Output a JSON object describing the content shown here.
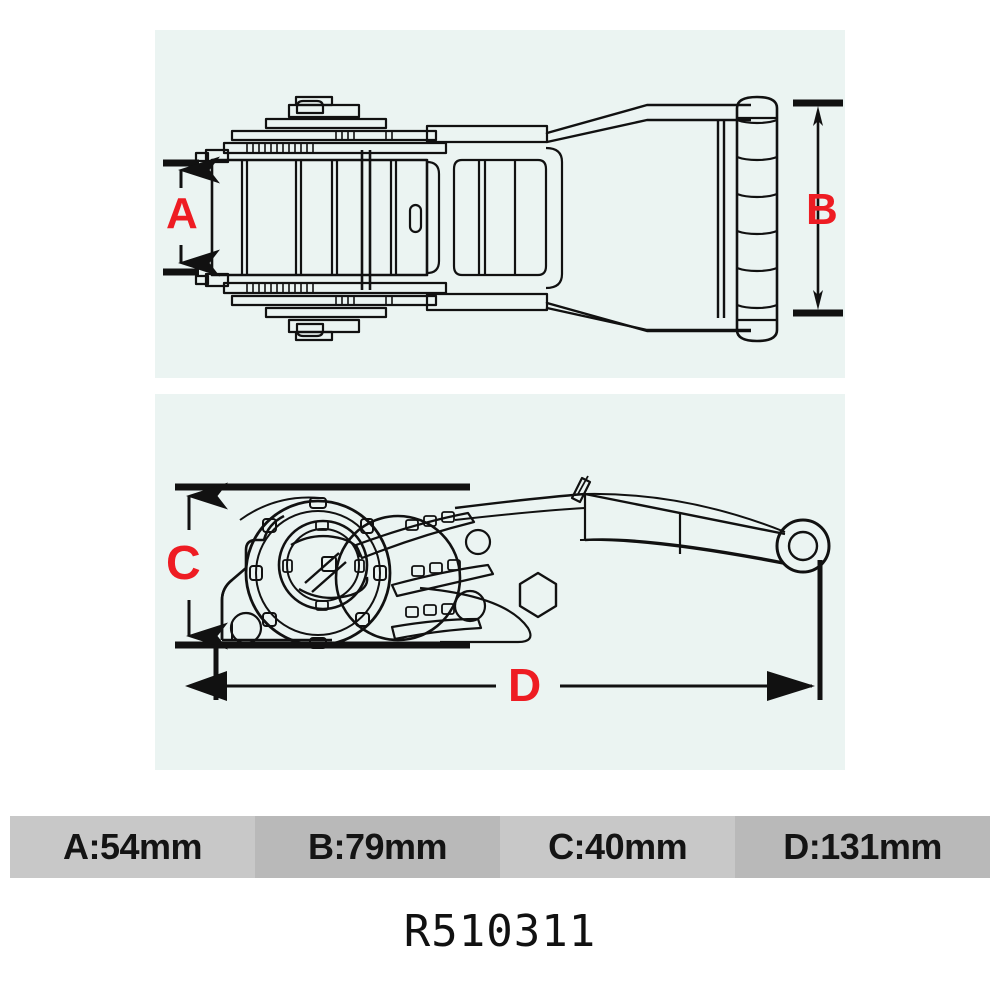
{
  "document": {
    "type": "technical-dimension-drawing",
    "subject": "ratchet tie-down buckle",
    "part_number": "R510311",
    "background_color": "#ffffff",
    "panel_color": "#ebf4f2",
    "line_color": "#111111",
    "dimension_label_color": "#ee1c23"
  },
  "views": [
    {
      "name": "top-view",
      "caption": "",
      "dimension_labels": [
        "A",
        "B"
      ]
    },
    {
      "name": "side-view",
      "caption": "",
      "dimension_labels": [
        "C",
        "D"
      ]
    }
  ],
  "dimension_markers": {
    "a": "A",
    "b": "B",
    "c": "C",
    "d": "D"
  },
  "dimension_bar": {
    "segments": [
      {
        "label": "A:54mm",
        "letter": "A",
        "value": 54,
        "unit": "mm",
        "shade": "light"
      },
      {
        "label": "B:79mm",
        "letter": "B",
        "value": 79,
        "unit": "mm",
        "shade": "dark"
      },
      {
        "label": "C:40mm",
        "letter": "C",
        "value": 40,
        "unit": "mm",
        "shade": "light"
      },
      {
        "label": "D:131mm",
        "letter": "D",
        "value": 131,
        "unit": "mm",
        "shade": "dark"
      }
    ]
  },
  "footer": {
    "part_number": "R510311"
  }
}
